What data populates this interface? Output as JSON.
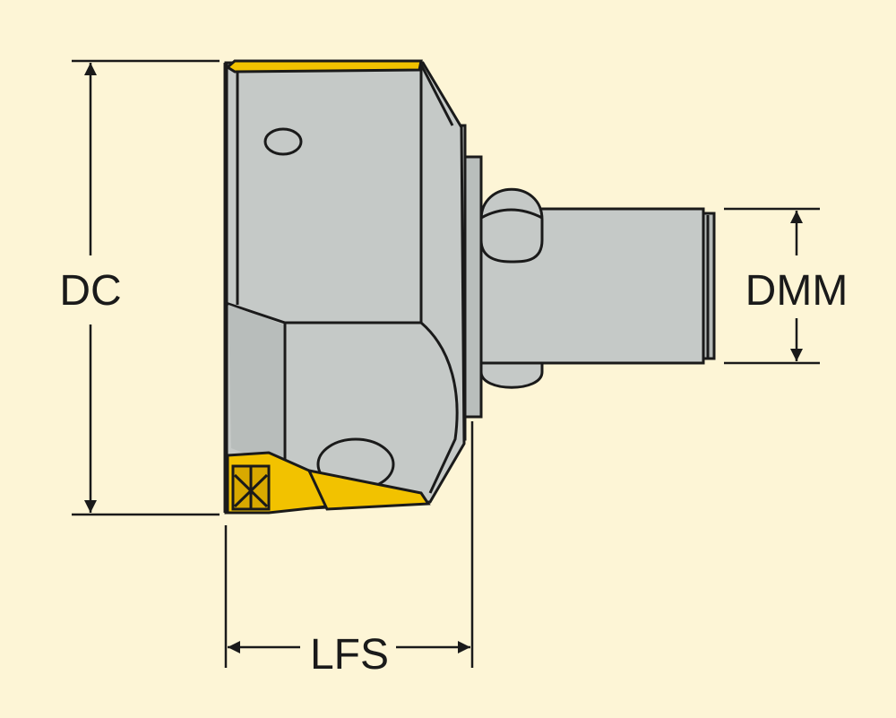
{
  "diagram": {
    "colors": {
      "background": "#fdf5d6",
      "body": "#c5c9c7",
      "body_shadow": "#a9aeac",
      "insert": "#f2c200",
      "outline": "#1a1a1a"
    },
    "dimensions": {
      "dc": "DC",
      "dmm": "DMM",
      "lfs": "LFS"
    }
  }
}
